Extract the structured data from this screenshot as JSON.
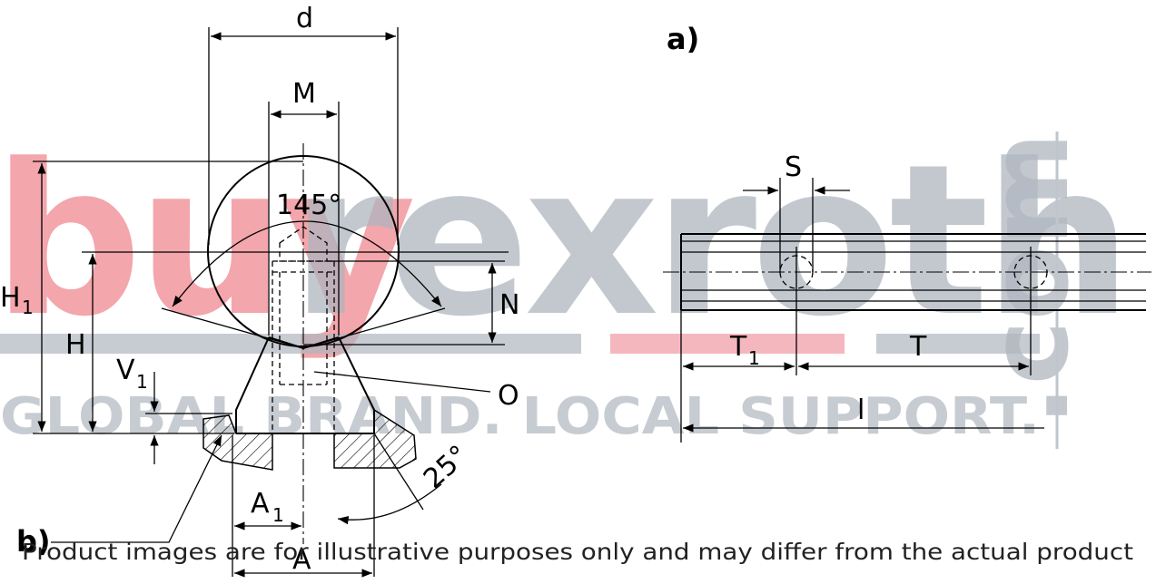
{
  "watermark": {
    "brand_buy": "buy",
    "brand_rexroth": "rexroth",
    "brand_com": ".com",
    "slogan": "GLOBAL BRAND. LOCAL SUPPORT.",
    "colors": {
      "buy": "#e8505b",
      "rexroth": "#8f9aa5",
      "bar_red": "#f0a0a8"
    }
  },
  "labels": {
    "panel_a": "a)",
    "panel_b": "b)",
    "d": "d",
    "M": "M",
    "angle": "145°",
    "H1": "H",
    "H1_sub": "1",
    "H": "H",
    "N": "N",
    "V1": "V",
    "V1_sub": "1",
    "O": "O",
    "angle25": "25°",
    "A1": "A",
    "A1_sub": "1",
    "A": "A",
    "S": "S",
    "T1": "T",
    "T1_sub": "1",
    "T": "T",
    "l": "l"
  },
  "footer": {
    "disclaimer": "Product images are for illustrative purposes only and may differ from the actual product"
  }
}
